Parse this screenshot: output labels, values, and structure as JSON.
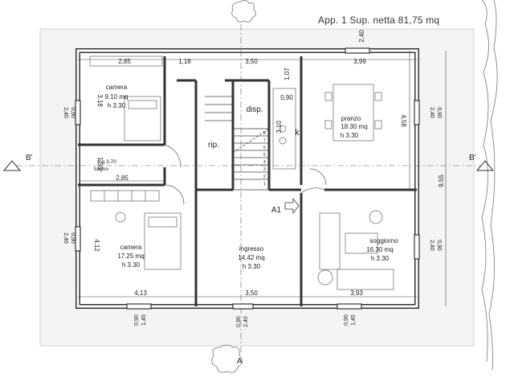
{
  "title": "App. 1 Sup. netta 81,75 mq",
  "section_marks": {
    "left": "B'",
    "right": "B'",
    "bottom": "A"
  },
  "rooms": {
    "camera_top": {
      "name": "camera",
      "area": "9.10 mq",
      "height": "h 3.30"
    },
    "bagno": {
      "area": "mq 3,70",
      "name": "bagno"
    },
    "camera_bottom": {
      "name": "camera",
      "area": "17.25 mq",
      "height": "h 3.30"
    },
    "ingresso": {
      "name": "ingresso",
      "area": "14.42 mq",
      "height": "h 3.30"
    },
    "pranzo": {
      "name": "pranzo",
      "area": "18.30 mq",
      "height": "h 3.30"
    },
    "soggiorno": {
      "name": "soggiorno",
      "area": "16.30 mq",
      "height": "h 3.30"
    },
    "rip": {
      "name": "rip."
    },
    "disp": {
      "name": "disp."
    },
    "k": {
      "name": "k"
    }
  },
  "entrance_label": "A1",
  "dimensions": {
    "top_2_85": "2,85",
    "top_1_18": "1,18",
    "top_3_50": "3,50",
    "top_3_99": "3,99",
    "top_1_07": "1,07",
    "top_0_90": "0,90",
    "top_2_40": "2,40",
    "v_3_18": "3,18",
    "v_1_30": "1,30",
    "mid_2_85": "2,85",
    "v_4_12": "4,12",
    "bottom_4_13": "4,13",
    "bottom_3_50": "3,50",
    "bottom_3_93": "3,93",
    "v_4_58": "4,58",
    "v_9_55": "9,55",
    "v_3_10": "3,10",
    "win_left_1a": "2,40",
    "win_left_1b": "0,90",
    "win_left_2a": "2,40",
    "win_left_2b": "0,90",
    "win_right_1a": "2,40",
    "win_right_1b": "0,90",
    "win_right_2a": "2,40",
    "win_right_2b": "0,90",
    "win_bot_1a": "0,90",
    "win_bot_1b": "1,45",
    "win_bot_2a": "0,90",
    "win_bot_2b": "2,40",
    "win_bot_3a": "0,90",
    "win_bot_3b": "1,45"
  },
  "stairs": {
    "steps": [
      "8",
      "7",
      "6",
      "5",
      "4",
      "3",
      "2",
      "1"
    ]
  }
}
